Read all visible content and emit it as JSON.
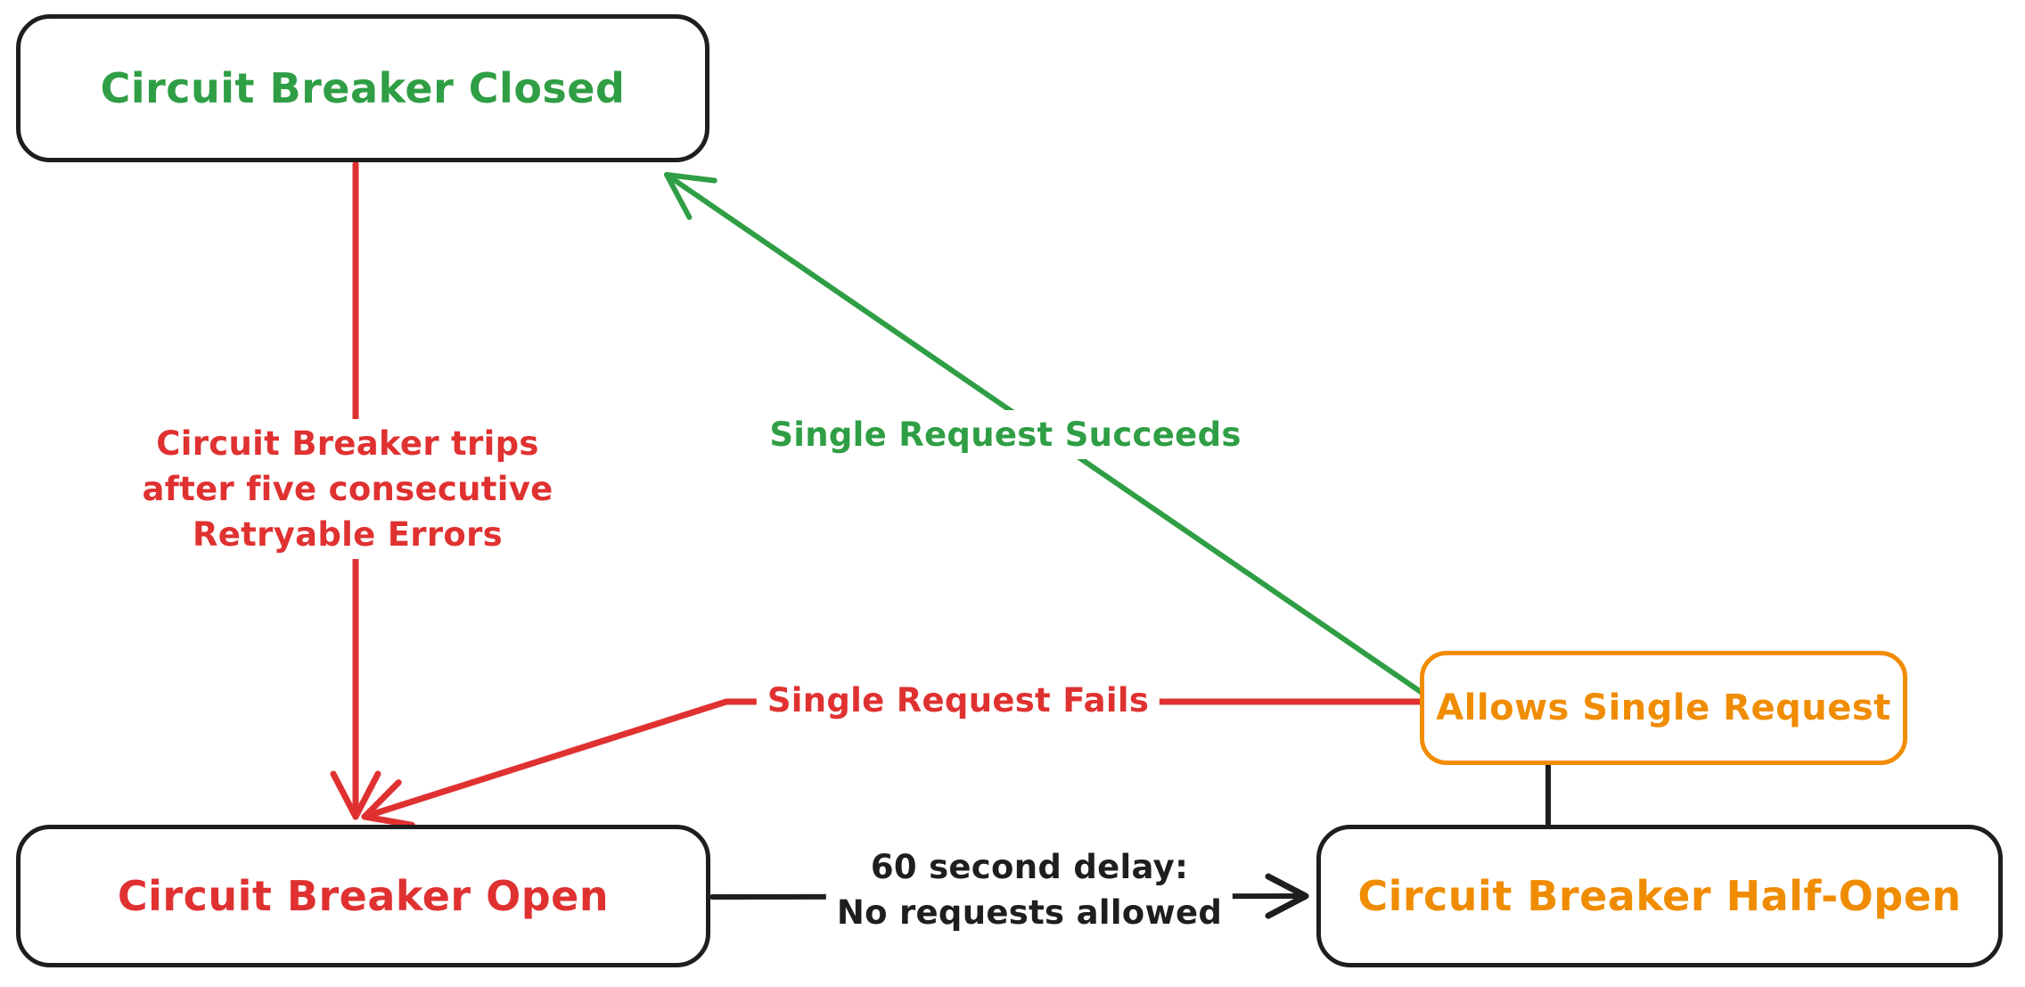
{
  "diagram": {
    "type": "state-diagram",
    "style": "hand-drawn",
    "colors": {
      "closed_state": "#2f9e44",
      "open_state": "#e03131",
      "half_open_state": "#f08c00",
      "ink": "#1e1e1e",
      "background": "#ffffff"
    },
    "nodes": {
      "closed": {
        "label": "Circuit Breaker Closed"
      },
      "open": {
        "label": "Circuit Breaker Open"
      },
      "half_open": {
        "label": "Circuit Breaker Half-Open"
      },
      "allows_single_request": {
        "label": "Allows Single Request"
      }
    },
    "edges": {
      "trips": {
        "from": "closed",
        "to": "open",
        "label": "Circuit Breaker trips\nafter five consecutive\nRetryable Errors"
      },
      "succeeds": {
        "from": "allows_single_request",
        "to": "closed",
        "label": "Single Request Succeeds"
      },
      "fails": {
        "from": "allows_single_request",
        "to": "open",
        "label": "Single Request Fails"
      },
      "delay": {
        "from": "open",
        "to": "half_open",
        "label": "60 second delay:\nNo requests allowed"
      },
      "half_open_allows": {
        "from": "half_open",
        "to": "allows_single_request",
        "label": ""
      }
    }
  }
}
